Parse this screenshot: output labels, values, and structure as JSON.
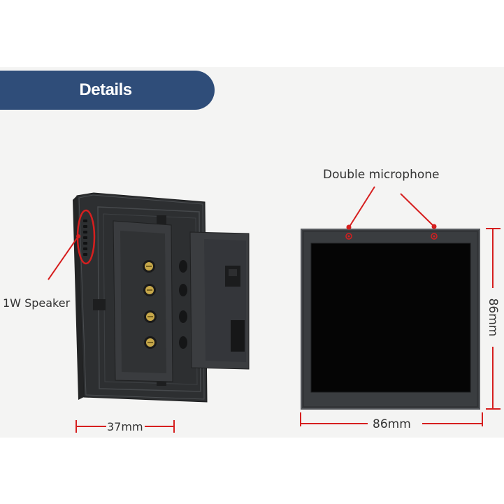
{
  "banner": {
    "title": "Details"
  },
  "callouts": {
    "speaker": "1W Speaker",
    "microphone": "Double microphone"
  },
  "dimensions": {
    "depth": "37mm",
    "width": "86mm",
    "height": "86mm"
  },
  "colors": {
    "banner": "#2f4d79",
    "callout": "#d61f1f",
    "device_body": "#3a3d40",
    "screen": "#050505"
  }
}
